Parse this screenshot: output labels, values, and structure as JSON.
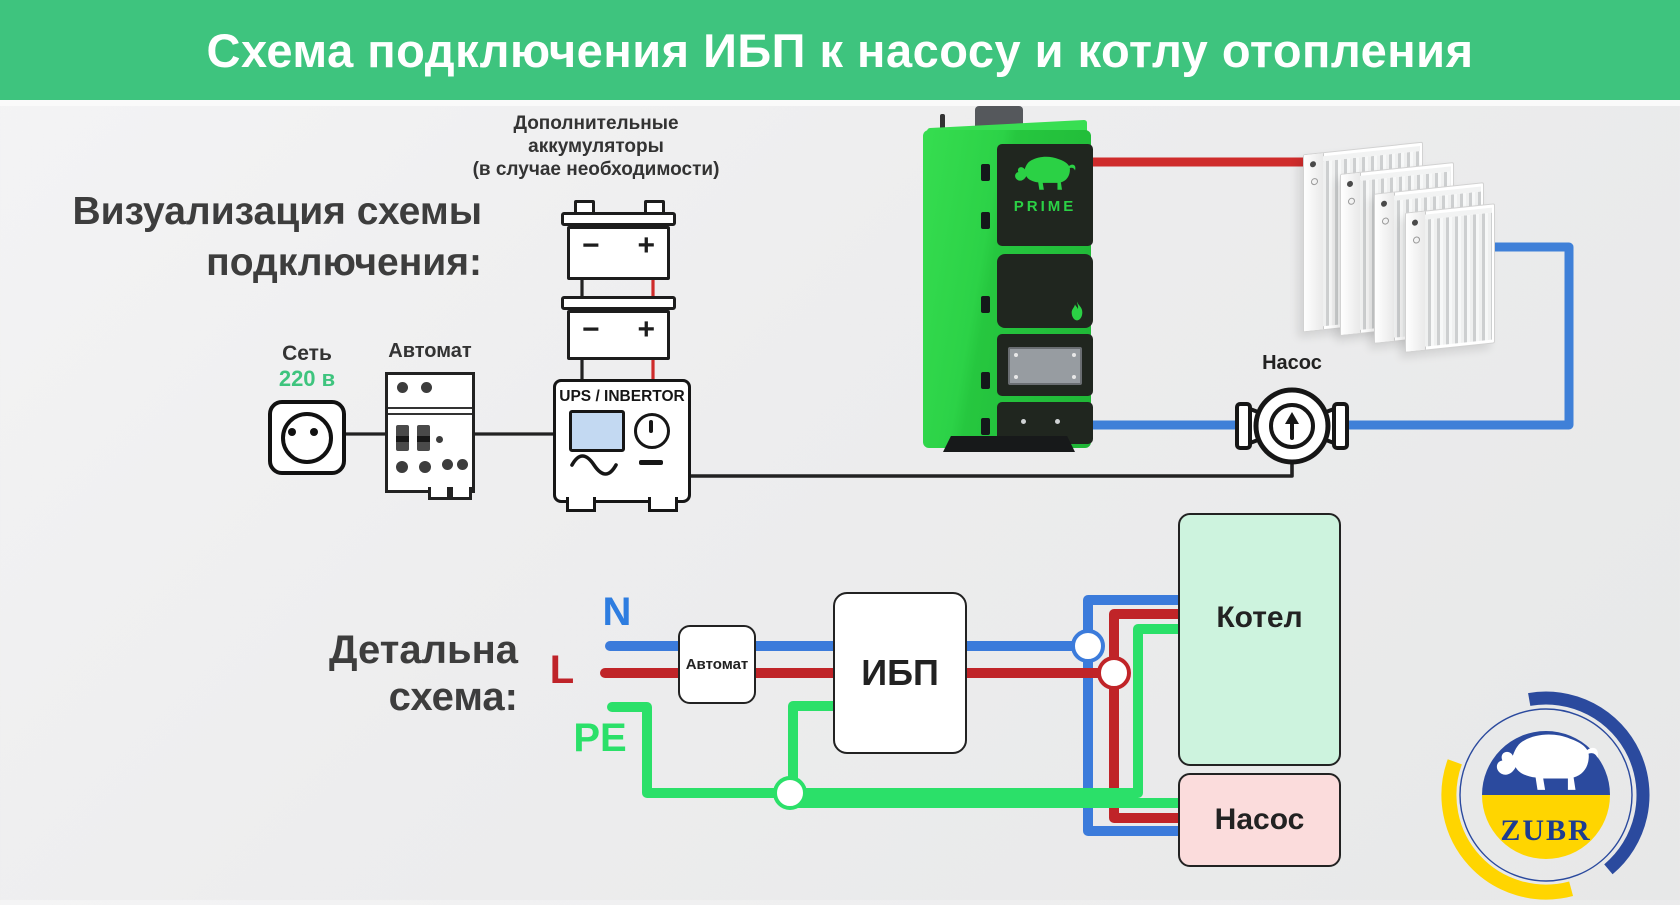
{
  "header": {
    "title": "Схема подключения ИБП к насосу и котлу отопления"
  },
  "visual_section": {
    "label_line1": "Визуализация схемы",
    "label_line2": "подключения:",
    "battery_note_line1": "Дополнительные",
    "battery_note_line2": "аккумуляторы",
    "battery_note_line3": "(в случае необходимости)",
    "battery_minus": "−",
    "battery_plus": "+",
    "mains_label": "Сеть",
    "mains_voltage": "220 в",
    "breaker_label": "Автомат",
    "ups_label": "UPS / INBERTOR",
    "boiler_brand": "PRIME",
    "pump_label": "Насос"
  },
  "detail_section": {
    "label_line1": "Детальна",
    "label_line2": "схема:",
    "wire_n": "N",
    "wire_l": "L",
    "wire_pe": "PE",
    "breaker_label": "Автомат",
    "ups_label": "ИБП",
    "boiler_label": "Котел",
    "pump_label": "Насос"
  },
  "logo": {
    "text": "ZUBR"
  },
  "colors": {
    "banner_green": "#3ec47e",
    "boiler_green": "#2bd145",
    "pipe_red": "#cf2c2c",
    "pipe_blue": "#3f80d8",
    "wire_blue": "#3b7bdb",
    "wire_red": "#c02428",
    "wire_green": "#2be069",
    "kotel_fill": "#cdf3de",
    "nasos_fill": "#fbdcdc",
    "logo_blue": "#2b4a9e",
    "logo_yellow": "#ffd500",
    "text_dark": "#3d3d3d"
  }
}
